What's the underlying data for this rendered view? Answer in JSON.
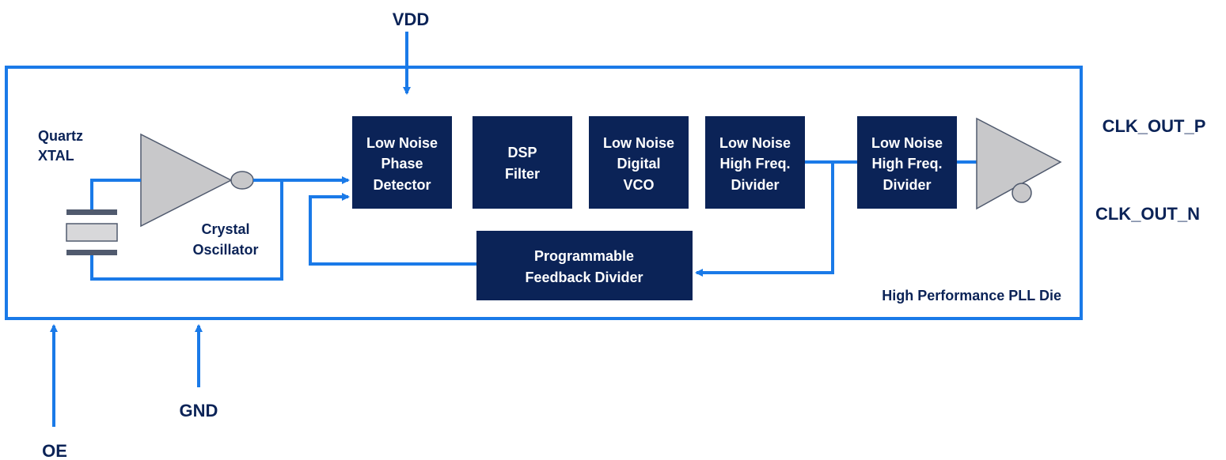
{
  "pins": {
    "vdd": "VDD",
    "gnd": "GND",
    "oe": "OE",
    "clk_out_p": "CLK_OUT_P",
    "clk_out_n": "CLK_OUT_N"
  },
  "labels": {
    "quartz_line1": "Quartz",
    "quartz_line2": "XTAL",
    "osc_line1": "Crystal",
    "osc_line2": "Oscillator",
    "die": "High Performance PLL Die"
  },
  "blocks": {
    "phase_detector": [
      "Low Noise",
      "Phase",
      "Detector"
    ],
    "dsp_filter": [
      "DSP",
      "Filter"
    ],
    "digital_vco": [
      "Low Noise",
      "Digital",
      "VCO"
    ],
    "hf_divider_1": [
      "Low Noise",
      "High Freq.",
      "Divider"
    ],
    "hf_divider_2": [
      "Low Noise",
      "High Freq.",
      "Divider"
    ],
    "feedback_divider": [
      "Programmable",
      "Feedback Divider"
    ]
  },
  "colors": {
    "block_fill": "#0b2357",
    "wire": "#1a7ae8",
    "text_dark": "#0b2357",
    "buffer_fill": "#c8c8ca"
  }
}
